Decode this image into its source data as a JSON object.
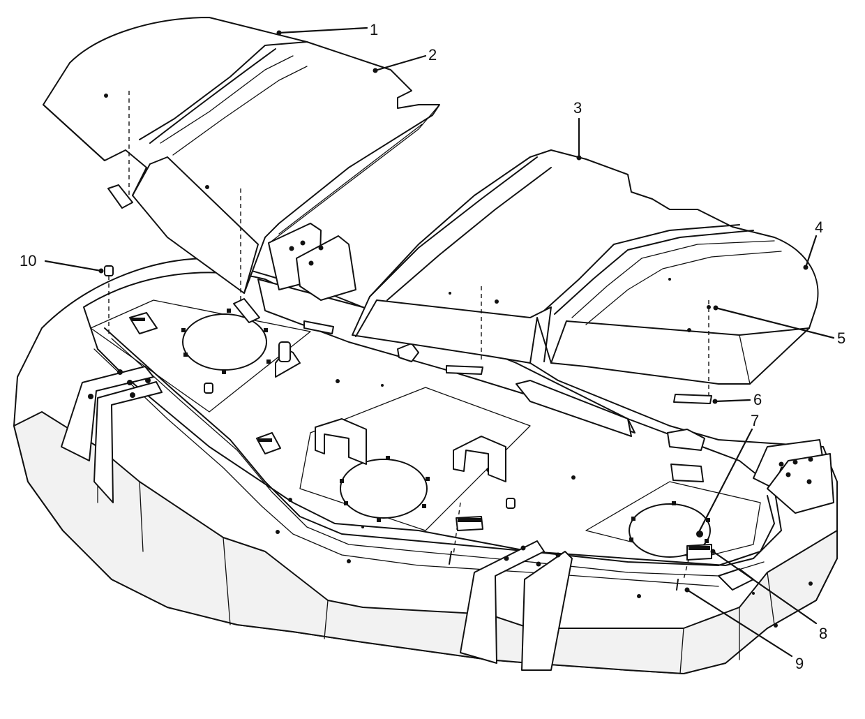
{
  "callouts": [
    {
      "id": "1",
      "label": "1"
    },
    {
      "id": "2",
      "label": "2"
    },
    {
      "id": "3",
      "label": "3"
    },
    {
      "id": "4",
      "label": "4"
    },
    {
      "id": "5",
      "label": "5"
    },
    {
      "id": "6",
      "label": "6"
    },
    {
      "id": "7",
      "label": "7"
    },
    {
      "id": "8",
      "label": "8"
    },
    {
      "id": "9",
      "label": "9"
    },
    {
      "id": "10",
      "label": "10"
    }
  ],
  "colors": {
    "line": "#111111",
    "fill": "#ffffff",
    "shade": "#f2f2f2"
  }
}
